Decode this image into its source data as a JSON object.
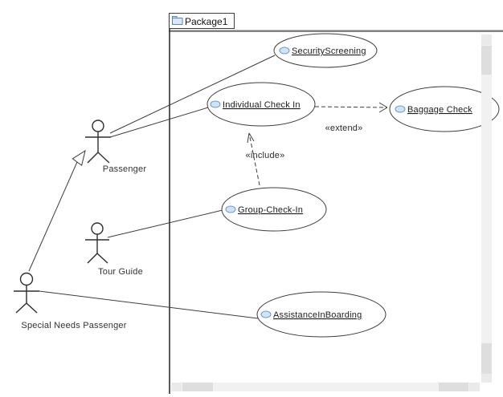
{
  "package": {
    "name": "Package1"
  },
  "use_cases": [
    {
      "label": "SecurityScreening"
    },
    {
      "label": "Individual Check In"
    },
    {
      "label": "Baggage Check"
    },
    {
      "label": "Group-Check-In"
    },
    {
      "label": "AssistanceInBoarding"
    }
  ],
  "actors": [
    {
      "label": "Passenger"
    },
    {
      "label": "Tour Guide"
    },
    {
      "label": "Special Needs Passenger"
    }
  ],
  "relationships": {
    "extend": {
      "label": "«extend»"
    },
    "include": {
      "label": "«include»"
    }
  },
  "icons": {
    "package_tab": "folder-icon",
    "use_case_marker": "oval-icon"
  },
  "colors": {
    "icon_stroke": "#6b96c7",
    "icon_fill": "#cfe4f7",
    "line": "#3d3d3d",
    "frame_top": "#7b7b7b",
    "scrollbar_track": "#f1f1f1",
    "scrollbar_thumb": "#dedede",
    "scrollbar_button": "#eaeaea"
  }
}
